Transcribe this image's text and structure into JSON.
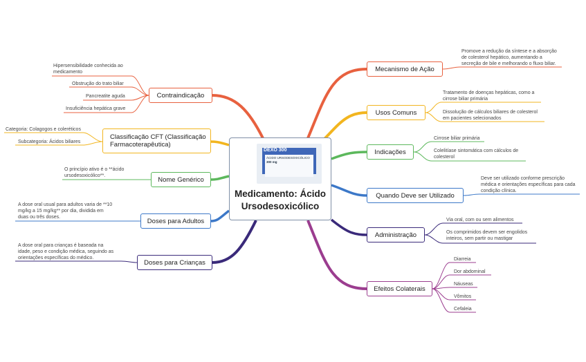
{
  "central": {
    "title_line1": "Medicamento: Ácido",
    "title_line2": "Ursodesoxicólico",
    "package": {
      "brand": "DEXO 300",
      "line1": "ÁCIDO URSODESOXICÓLICO",
      "line2": "300 mg"
    }
  },
  "colors": {
    "mecanismo": "#e8613f",
    "usos": "#f2b51f",
    "indicacoes": "#5cb85c",
    "quando": "#3c78c8",
    "administracao": "#3a2a7a",
    "efeitos": "#9b3d8f",
    "contraindicacao": "#e8613f",
    "classificacao": "#f2b51f",
    "nome": "#5cb85c",
    "adultos": "#3c78c8",
    "criancas": "#3a2a7a"
  },
  "right": {
    "mecanismo": {
      "label": "Mecanismo de Ação",
      "leaf": [
        "Promove a redução da síntese e a absorção",
        "de colesterol hepático, aumentando a",
        "secreção de bile e melhorando o fluxo biliar."
      ]
    },
    "usos": {
      "label": "Usos Comuns",
      "leaf1": [
        "Tratamento de doenças hepáticas, como a",
        "cirrose biliar primária"
      ],
      "leaf2": [
        "Dissolução de cálculos biliares de colesterol",
        "em pacientes selecionados"
      ]
    },
    "indicacoes": {
      "label": "Indicações",
      "leaf1": "Cirrose biliar primária",
      "leaf2": [
        "Colelitíase sintomática com cálculos de",
        "colesterol"
      ]
    },
    "quando": {
      "label": "Quando Deve ser Utilizado",
      "leaf": [
        "Deve ser utilizado conforme prescrição",
        "médica e orientações específicas para cada",
        "condição clínica."
      ]
    },
    "administracao": {
      "label": "Administração",
      "leaf1": "Via oral, com ou sem alimentos",
      "leaf2": [
        "Os comprimidos devem ser engolidos",
        "inteiros, sem partir ou mastigar"
      ]
    },
    "efeitos": {
      "label": "Efeitos Colaterais",
      "leaves": [
        "Diarreia",
        "Dor abdominal",
        "Náuseas",
        "Vômitos",
        "Cefaleia"
      ]
    }
  },
  "left": {
    "contraindicacao": {
      "label": "Contraindicação",
      "leaf1": [
        "Hipersensibilidade conhecida ao",
        "medicamento"
      ],
      "leaf2": "Obstrução do trato biliar",
      "leaf3": "Pancreatite aguda",
      "leaf4": "Insuficiência hepática grave"
    },
    "classificacao": {
      "label_line1": "Classificação CFT (Classificação",
      "label_line2": "Farmacoterapêutica)",
      "leaf1": "Categoria: Colagogos e coleréticos",
      "leaf2": "Subcategoria: Ácidos biliares"
    },
    "nome": {
      "label": "Nome Genérico",
      "leaf": [
        "O princípio ativo é o **ácido",
        "ursodesoxicólico**."
      ]
    },
    "adultos": {
      "label": "Doses para Adultos",
      "leaf": [
        "A dose oral usual para adultos varia de **10",
        "mg/kg a 15 mg/kg** por dia, dividida em",
        "duas ou três doses."
      ]
    },
    "criancas": {
      "label": "Doses para Crianças",
      "leaf": [
        "A dose oral para crianças é baseada na",
        "idade, peso e condição médica, seguindo as",
        "orientações específicas do médico."
      ]
    }
  }
}
